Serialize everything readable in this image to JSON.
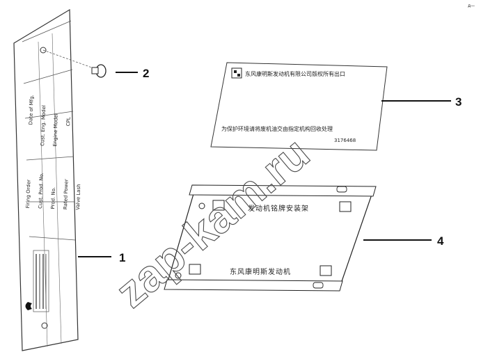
{
  "corner_mark": "д—",
  "watermark": "zap-kam.ru",
  "callouts": [
    {
      "number": "1"
    },
    {
      "number": "2"
    },
    {
      "number": "3"
    },
    {
      "number": "4"
    }
  ],
  "part1": {
    "rows": [
      "Cust. Prod. No.",
      "Cust. Eng. Model",
      "Prod. No.",
      "Engine Model",
      "Rated Power",
      "CPL",
      "Firing Order",
      "Date of Mfg.",
      "Valve Lash"
    ]
  },
  "part3": {
    "line1": "东风康明斯发动机有限公司版权所有出口",
    "line2": "为保护环境请将废机油交由指定机构回收处理",
    "part_no": "3176468"
  },
  "part4": {
    "line1": "发动机铭牌安装架",
    "line2": "东风康明斯发动机"
  }
}
